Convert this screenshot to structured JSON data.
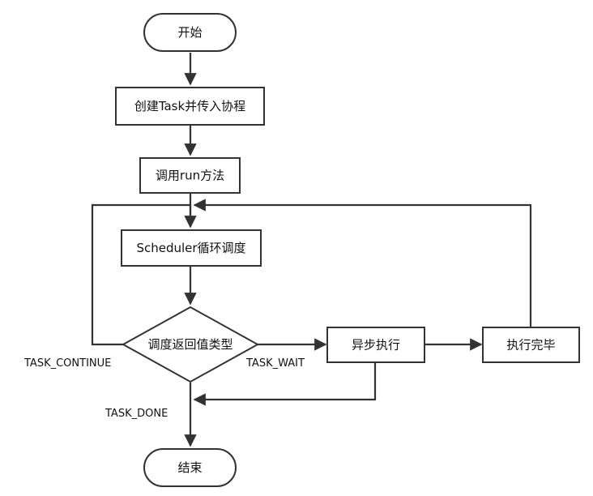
{
  "nodes": {
    "start": "开始",
    "create_task": "创建Task并传入协程",
    "call_run": "调用run方法",
    "scheduler": "Scheduler循环调度",
    "decision": "调度返回值类型",
    "async_exec": "异步执行",
    "exec_done": "执行完毕",
    "end": "结束"
  },
  "edge_labels": {
    "continue": "TASK_CONTINUE",
    "wait": "TASK_WAIT",
    "done": "TASK_DONE"
  }
}
